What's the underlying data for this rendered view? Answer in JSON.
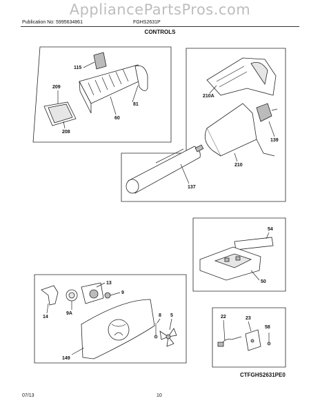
{
  "watermark": "AppliancePartsPros.com",
  "header": {
    "publication": "Publication No: 5995634861",
    "model": "FGHS2631P",
    "section": "CONTROLS"
  },
  "labels": {
    "p115": "115",
    "p209": "209",
    "p208": "208",
    "p60": "60",
    "p81": "81",
    "p210A": "210A",
    "p139": "139",
    "p210": "210",
    "p137": "137",
    "p54": "54",
    "p50": "50",
    "p13": "13",
    "p9": "9",
    "p9A": "9A",
    "p14": "14",
    "p149": "149",
    "p8": "8",
    "p5": "5",
    "p22": "22",
    "p23": "23",
    "p58": "58"
  },
  "diagram_code": "CTFGHS2631PE0",
  "footer": {
    "date": "07/13",
    "page": "10"
  }
}
